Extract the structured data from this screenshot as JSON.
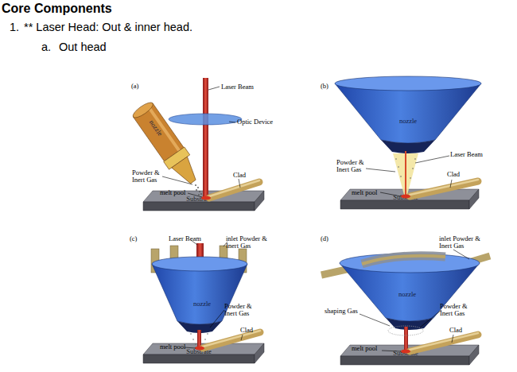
{
  "diagram": {
    "title": "Core Components",
    "nodes": [
      {
        "text": [
          "nozzle"
        ]
      },
      {
        "text": [
          "Substrate"
        ]
      },
      {
        "text": [
          "nozzle"
        ]
      },
      {
        "text": [
          "Substrate"
        ]
      },
      {
        "text": [
          "nozzle"
        ]
      },
      {
        "text": [
          "Substrate"
        ]
      },
      {
        "text": [
          "nozzle"
        ]
      },
      {
        "text": [
          "Substrate"
        ]
      }
    ],
    "labels": [
      "1.",
      "** Laser Head: Out & inner head.",
      "a.",
      "Out head",
      "(a)",
      "Laser Beam",
      "Optic Device",
      "Powder & Inert Gas",
      "Clad",
      "melt pool",
      "(b)",
      "Laser Beam",
      "Powder & Inert Gas",
      "Clad",
      "melt pool",
      "(c)",
      "Laser Beam",
      "inlet Powder & Inert Gas",
      "Powder & Inert Gas",
      "Clad",
      "melt pool",
      "(d)",
      "inlet Powder & Inert Gas",
      "shaping Gas",
      "Powder & Inert Gas",
      "Clad",
      "melt pool"
    ]
  }
}
